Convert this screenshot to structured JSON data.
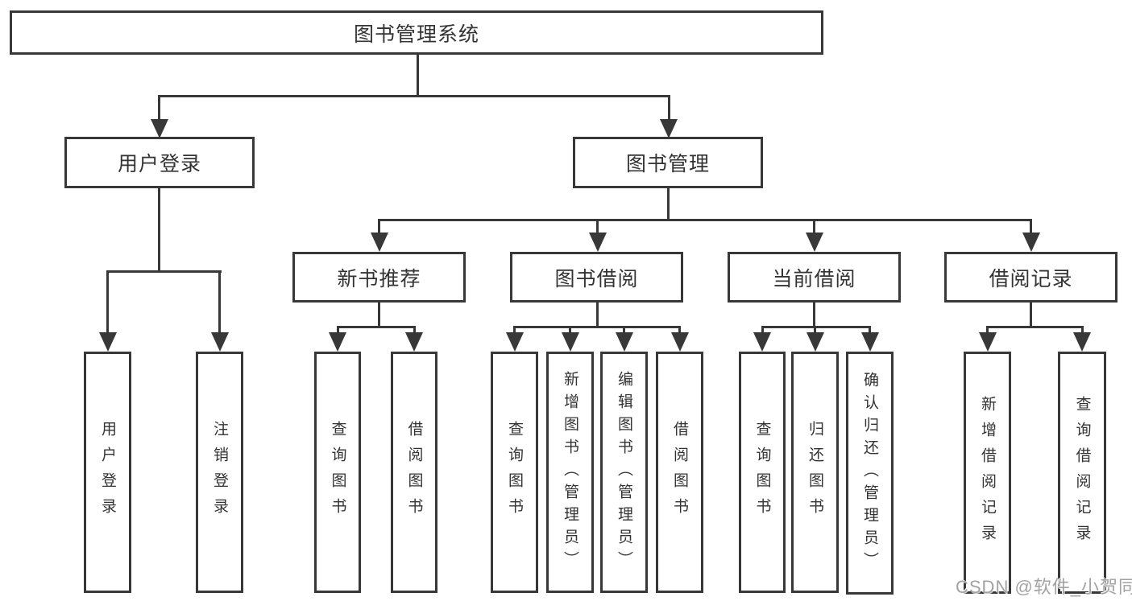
{
  "tree": {
    "root": {
      "label": "图书管理系统",
      "children": [
        {
          "label": "用户登录",
          "children": [
            {
              "label": "用户登录"
            },
            {
              "label": "注销登录"
            }
          ]
        },
        {
          "label": "图书管理",
          "children": [
            {
              "label": "新书推荐",
              "children": [
                {
                  "label": "查询图书"
                },
                {
                  "label": "借阅图书"
                }
              ]
            },
            {
              "label": "图书借阅",
              "children": [
                {
                  "label": "查询图书"
                },
                {
                  "label": "新增图书（管理员）"
                },
                {
                  "label": "编辑图书（管理员）"
                },
                {
                  "label": "借阅图书"
                }
              ]
            },
            {
              "label": "当前借阅",
              "children": [
                {
                  "label": "查询图书"
                },
                {
                  "label": "归还图书"
                },
                {
                  "label": "确认归还（管理员）"
                }
              ]
            },
            {
              "label": "借阅记录",
              "children": [
                {
                  "label": "新增借阅记录"
                },
                {
                  "label": "查询借阅记录"
                }
              ]
            }
          ]
        }
      ]
    }
  },
  "watermark": {
    "text": "CSDN @软件_小贺同学"
  },
  "colors": {
    "line": "#383838",
    "text": "#333333",
    "background": "#ffffff",
    "watermark": "#a2a2a2"
  }
}
